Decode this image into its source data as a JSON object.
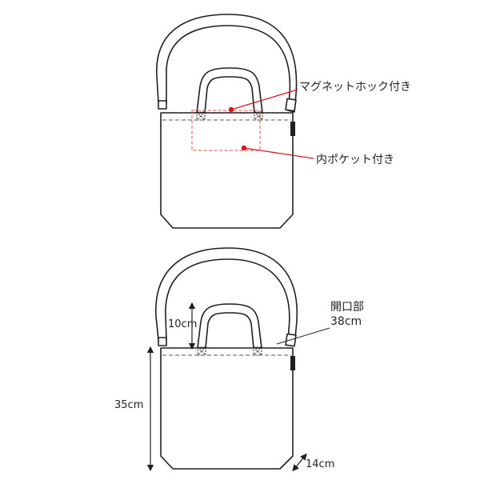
{
  "colors": {
    "line": "#231f20",
    "accent": "#d7191e",
    "pocket": "#e8504a",
    "dash": "#555555"
  },
  "features": {
    "magnet": {
      "label": "マグネットホック付き"
    },
    "pocket": {
      "label": "内ポケット付き"
    }
  },
  "dimensions": {
    "handle_height": "10cm",
    "opening_title": "開口部",
    "opening_value": "38cm",
    "height": "35cm",
    "gusset": "14cm"
  }
}
